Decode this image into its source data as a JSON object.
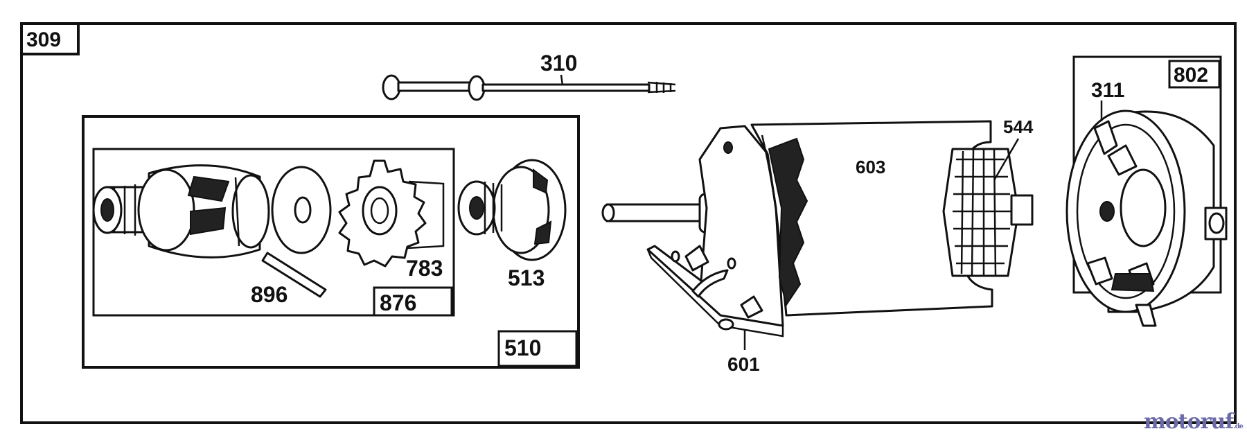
{
  "diagram": {
    "frame_label": "309",
    "labels": {
      "p310": "310",
      "p311": "311",
      "p510": "510",
      "p513": "513",
      "p544": "544",
      "p601": "601",
      "p603": "603",
      "p783": "783",
      "p802": "802",
      "p876": "876",
      "p896": "896"
    }
  },
  "watermark": {
    "text": "motoruf",
    "suffix": ".de"
  },
  "colors": {
    "ink": "#111111",
    "paper": "#ffffff",
    "watermark": "#6a6aa8"
  }
}
